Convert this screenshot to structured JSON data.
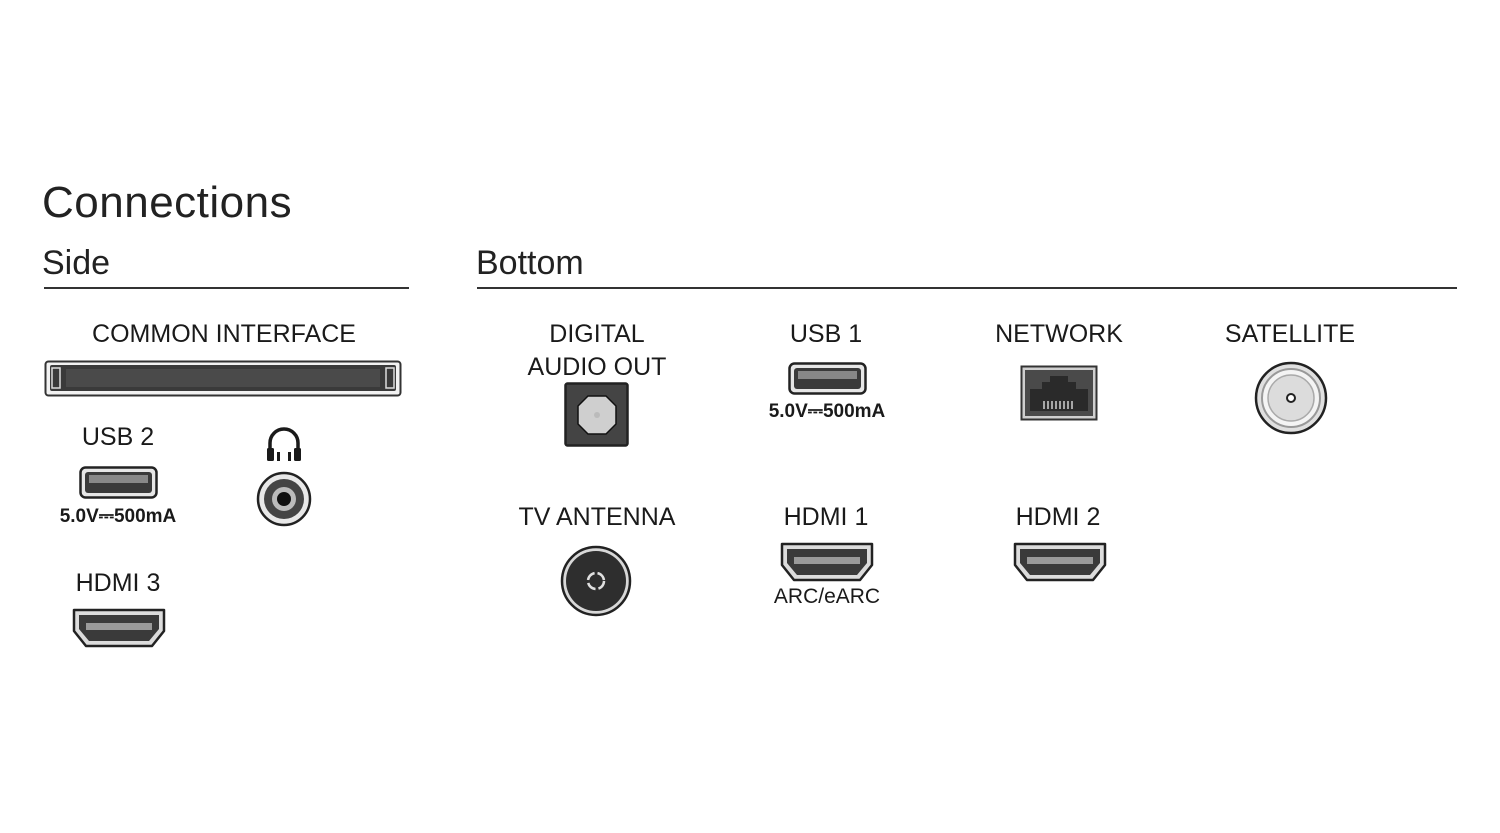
{
  "title": "Connections",
  "sections": {
    "side": "Side",
    "bottom": "Bottom"
  },
  "ports": {
    "common_interface": {
      "label": "COMMON INTERFACE"
    },
    "usb2": {
      "label": "USB 2",
      "rating": "5.0V⎓500mA"
    },
    "headphone": {
      "icon": "headphones-icon"
    },
    "hdmi3": {
      "label": "HDMI 3"
    },
    "digital_audio_out": {
      "label_line1": "DIGITAL",
      "label_line2": "AUDIO OUT"
    },
    "usb1": {
      "label": "USB 1",
      "rating": "5.0V⎓500mA"
    },
    "network": {
      "label": "NETWORK"
    },
    "satellite": {
      "label": "SATELLITE"
    },
    "tv_antenna": {
      "label": "TV ANTENNA"
    },
    "hdmi1": {
      "label": "HDMI 1",
      "note": "ARC/eARC"
    },
    "hdmi2": {
      "label": "HDMI 2"
    }
  },
  "colors": {
    "text": "#1a1a1a",
    "port_dark": "#2b2b2b",
    "port_mid": "#555555",
    "port_light": "#cfcfcf"
  }
}
